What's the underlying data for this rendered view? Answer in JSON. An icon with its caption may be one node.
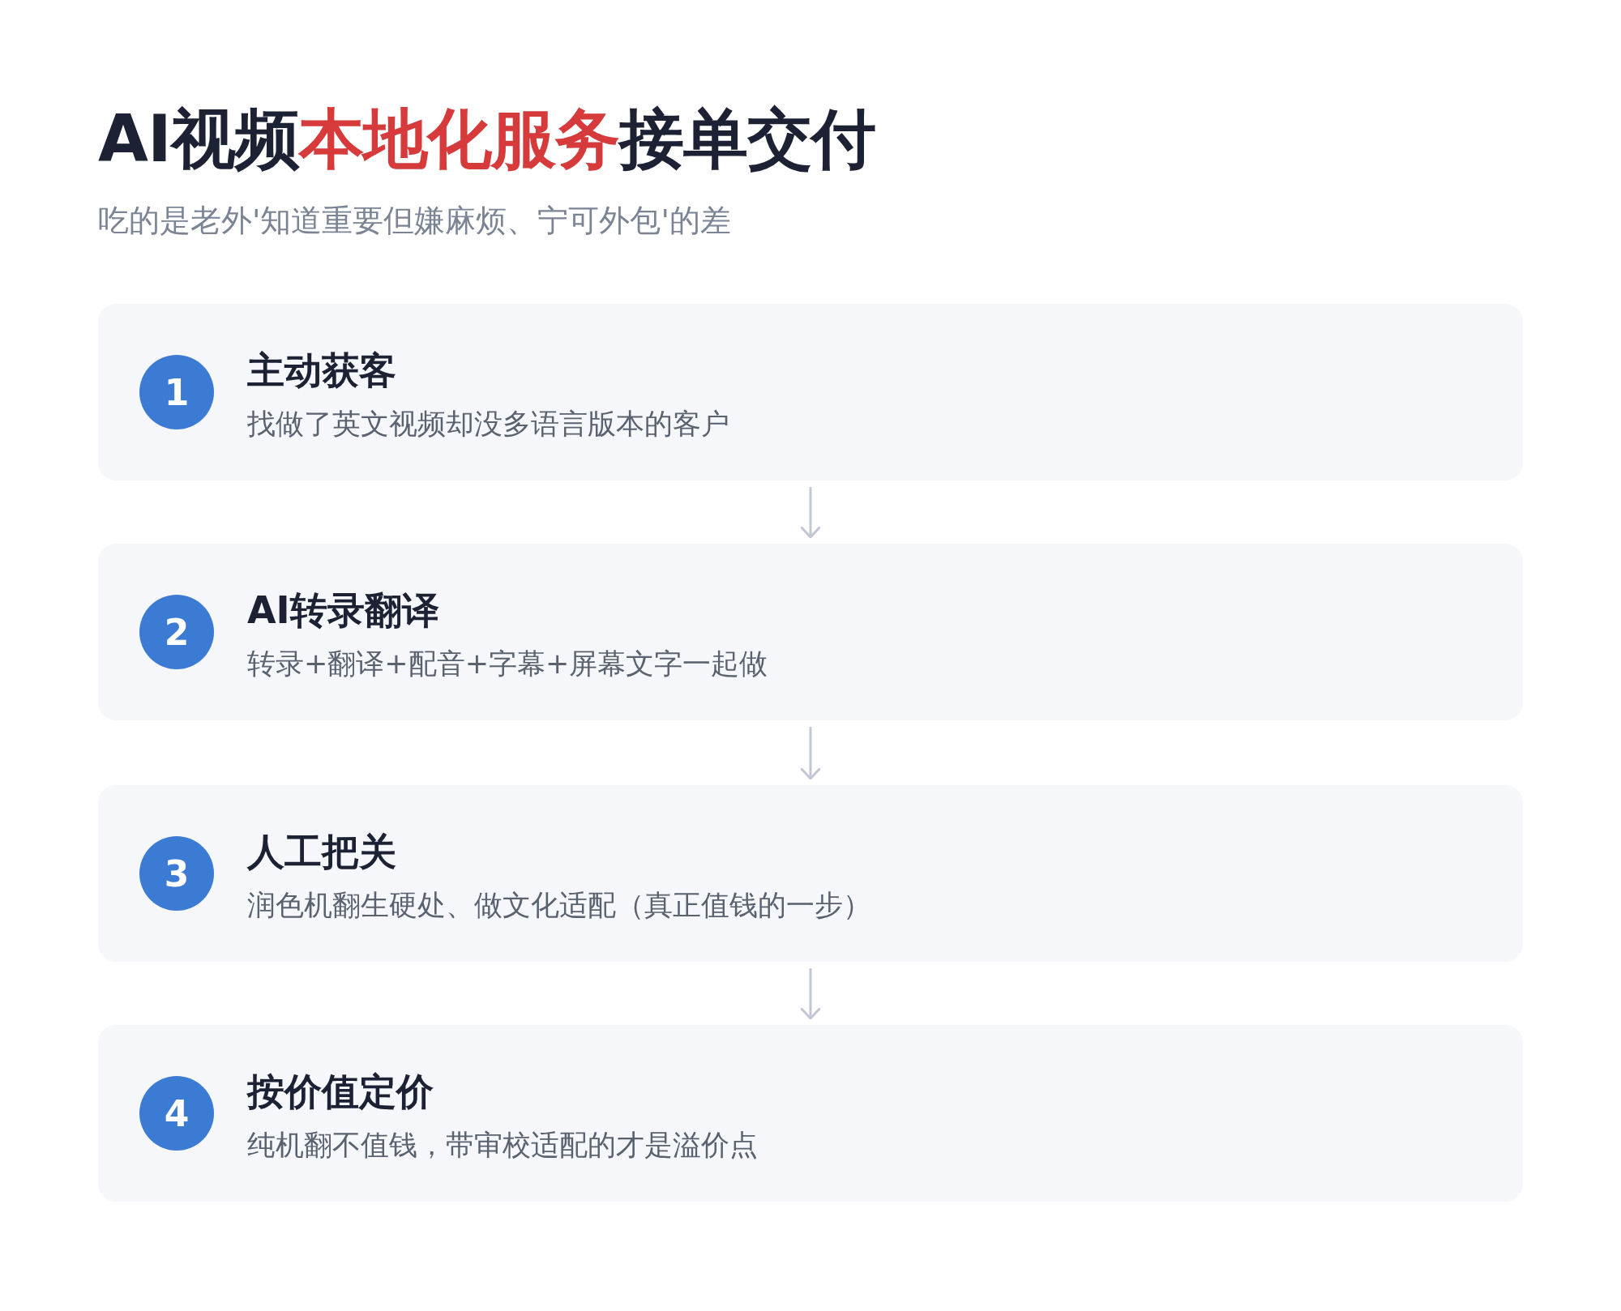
{
  "diagram": {
    "title": "AI视频**本地化服务**接单交付",
    "nodes": [
      {
        "text": [
          "主动获客",
          "找做了英文视频却没多语言版本的客户"
        ]
      },
      {
        "text": [
          "1"
        ],
        "in": 0
      },
      {
        "text": [
          "AI转录翻译",
          "转录+翻译+配音+字幕+屏幕文字一起做"
        ]
      },
      {
        "text": [
          "2"
        ],
        "in": 2
      },
      {
        "text": [
          "人工把关",
          "润色机翻生硬处、做文化适配（真正值钱的一步）"
        ]
      },
      {
        "text": [
          "3"
        ],
        "in": 4
      },
      {
        "text": [
          "按价值定价",
          "纯机翻不值钱，带审校适配的才是溢价点"
        ]
      },
      {
        "text": [
          "4"
        ],
        "in": 6
      }
    ],
    "edges": [
      {
        "from": 0,
        "to": 2,
        "arrow": "to"
      },
      {
        "from": 2,
        "to": 4,
        "arrow": "to"
      },
      {
        "from": 4,
        "to": 6,
        "arrow": "to"
      }
    ],
    "labels": [
      "吃的是老外'知道重要但嫌麻烦、宁可外包'的差"
    ]
  }
}
